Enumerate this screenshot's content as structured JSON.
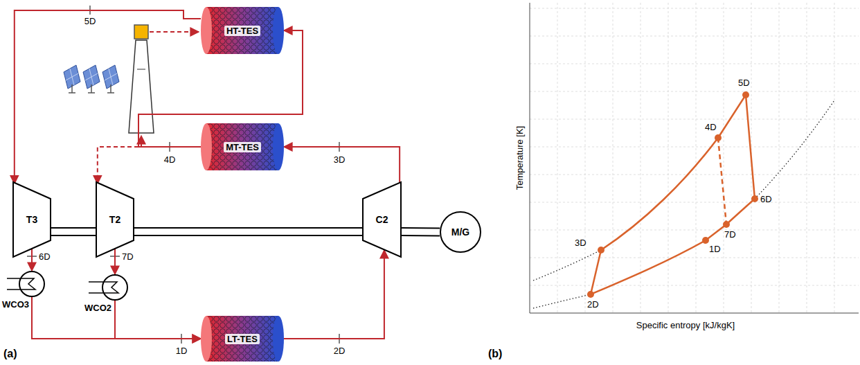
{
  "diagram": {
    "nodes": [
      {
        "text": [
          "HT-TES"
        ]
      },
      {
        "text": [
          "MT-TES"
        ]
      },
      {
        "text": [
          "T3"
        ]
      },
      {
        "text": [
          "T2"
        ]
      },
      {
        "text": [
          "C2"
        ]
      },
      {
        "text": [
          "M/G"
        ]
      },
      {
        "text": [
          "WCO3"
        ]
      },
      {
        "text": [
          "WCO2"
        ]
      },
      {
        "text": [
          "LT-TES"
        ]
      }
    ],
    "edges": [
      {
        "from": 0,
        "to": 2,
        "arrow": "to",
        "label": "5D"
      },
      {
        "from": 1,
        "to": 0,
        "arrow": "to",
        "label": "4D"
      },
      {
        "from": 1,
        "to": 3,
        "arrow": "to"
      },
      {
        "from": 4,
        "to": 1,
        "arrow": "to",
        "label": "3D"
      },
      {
        "from": 2,
        "to": 6,
        "arrow": "to",
        "label": "6D"
      },
      {
        "from": 3,
        "to": 7,
        "arrow": "to",
        "label": "7D"
      },
      {
        "from": 6,
        "to": 8,
        "arrow": "to",
        "label": "1D"
      },
      {
        "from": 7,
        "to": 8,
        "arrow": "to"
      },
      {
        "from": 8,
        "to": 4,
        "arrow": "to",
        "label": "2D"
      },
      {
        "from": 2,
        "to": 3,
        "arrow": "none"
      },
      {
        "from": 3,
        "to": 4,
        "arrow": "none"
      },
      {
        "from": 4,
        "to": 5,
        "arrow": "none"
      }
    ],
    "labels": [
      "(a)",
      "(b)",
      "Temperature [K]",
      "Specific entropy [kJ/kgK]",
      "5D",
      "4D",
      "6D",
      "7D",
      "1D",
      "3D",
      "2D"
    ]
  }
}
